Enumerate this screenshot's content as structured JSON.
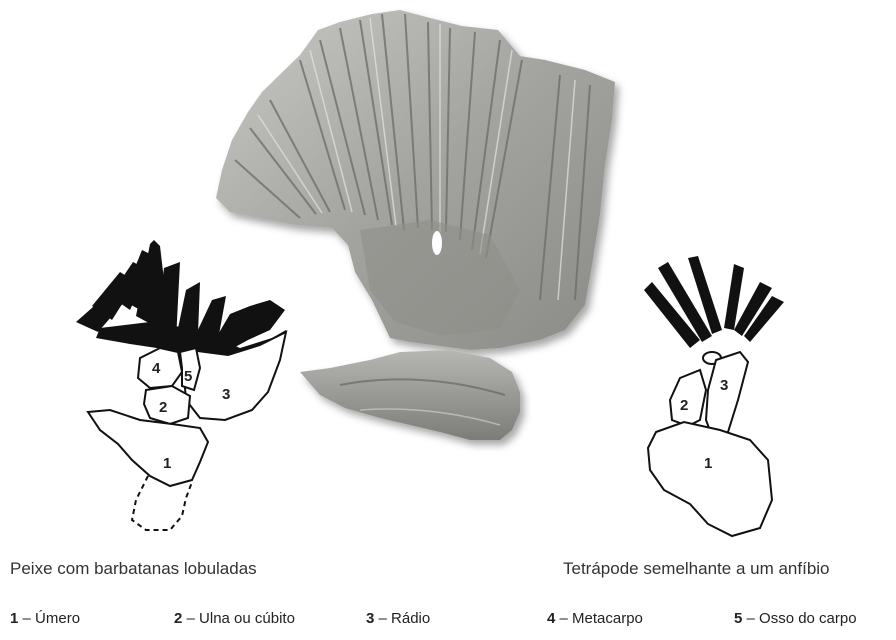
{
  "captions": {
    "left": "Peixe com barbatanas lobuladas",
    "right": "Tetrápode semelhante a um anfíbio"
  },
  "bone_labels": {
    "fish": [
      "1",
      "2",
      "3",
      "4",
      "5"
    ],
    "tetrapod": [
      "1",
      "2",
      "3"
    ]
  },
  "legend": [
    {
      "num": "1",
      "sep": " – ",
      "name": "Úmero"
    },
    {
      "num": "2",
      "sep": " – ",
      "name": "Ulna ou cúbito"
    },
    {
      "num": "3",
      "sep": " – ",
      "name": "Rádio"
    },
    {
      "num": "4",
      "sep": " – ",
      "name": "Metacarpo"
    },
    {
      "num": "5",
      "sep": " – ",
      "name": "Osso do carpo"
    }
  ],
  "colors": {
    "fin_rays": "#111111",
    "bone_outline": "#111111",
    "fossil_light": "#b8b8b4",
    "fossil_dark": "#6e6e6a"
  }
}
